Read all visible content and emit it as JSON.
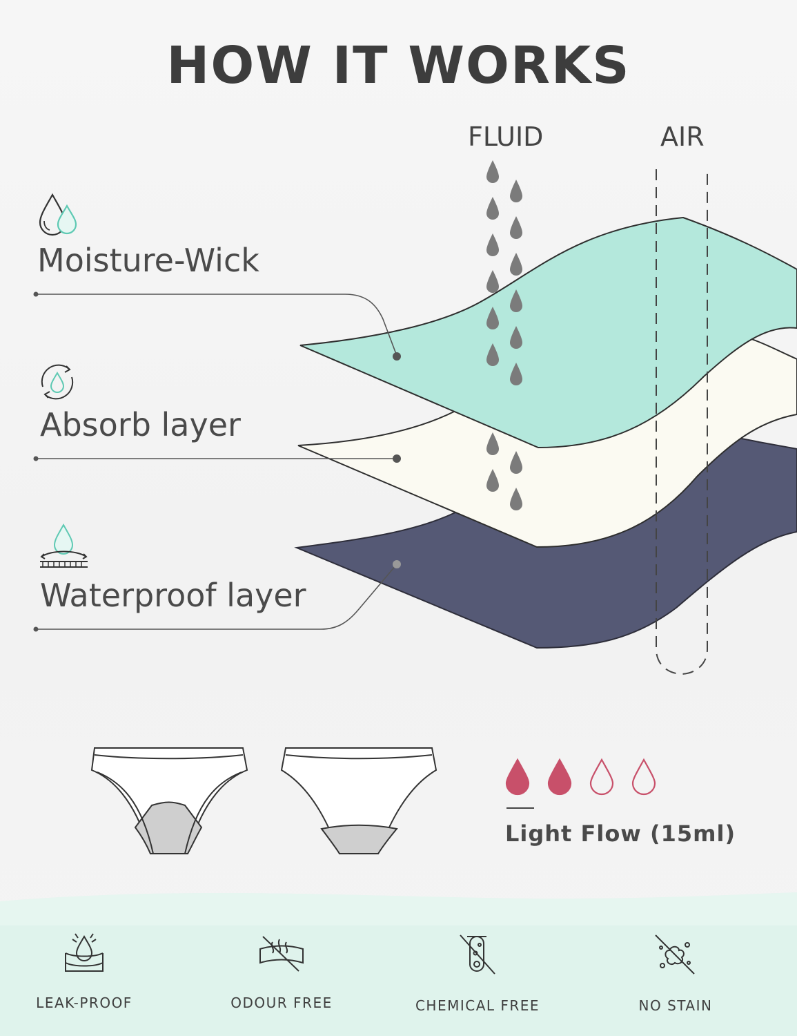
{
  "title": "HOW IT WORKS",
  "columns": {
    "fluid": "FLUID",
    "air": "AIR"
  },
  "layers": [
    {
      "label": "Moisture-Wick",
      "icon": "double-droplet-icon",
      "color": "#b4e8dc"
    },
    {
      "label": "Absorb layer",
      "icon": "recycle-droplet-icon",
      "color": "#fbfaf2"
    },
    {
      "label": "Waterproof layer",
      "icon": "droplet-barrier-icon",
      "color": "#555975"
    }
  ],
  "flow": {
    "label": "Light Flow (15ml)",
    "filled": 2,
    "total": 4,
    "color": "#c8506a"
  },
  "features": [
    {
      "label": "LEAK-PROOF",
      "icon": "leak-proof-icon"
    },
    {
      "label": "ODOUR FREE",
      "icon": "odour-free-icon"
    },
    {
      "label": "CHEMICAL FREE",
      "icon": "chemical-free-icon"
    },
    {
      "label": "NO STAIN",
      "icon": "no-stain-icon"
    }
  ],
  "colors": {
    "mint": "#b4e8dc",
    "cream": "#fbfaf2",
    "navy": "#555975",
    "drop_gray": "#7b7b7b",
    "bottom_band": "#dff3ec"
  }
}
